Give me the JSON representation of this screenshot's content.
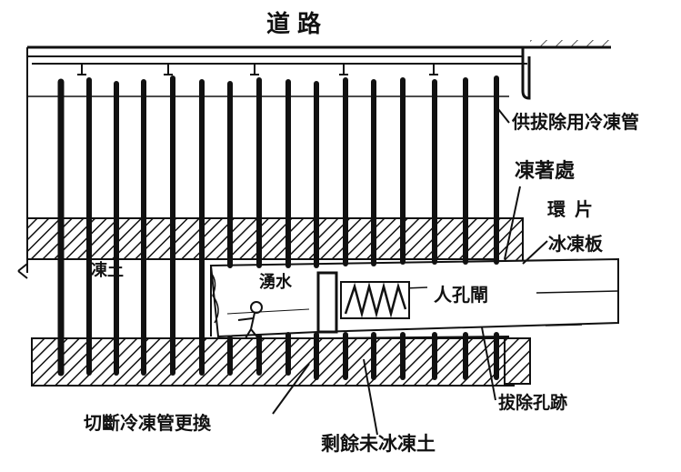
{
  "labels": {
    "road": "道路",
    "pipe_for_removal": "供拔除用冷凍管",
    "freeze_adhesion": "凍著處",
    "ring_segment": "環片",
    "freeze_board": "冰凍板",
    "frozen_soil": "凍土",
    "water_gush": "湧水",
    "manhole_gate": "人孔閘",
    "cut_replace": "切斷冷凍管更換",
    "remaining_unfrozen": "剩餘未冰凍土",
    "extraction_hole": "拔除孔跡"
  },
  "colors": {
    "ink": "#111111",
    "paper": "#ffffff"
  }
}
